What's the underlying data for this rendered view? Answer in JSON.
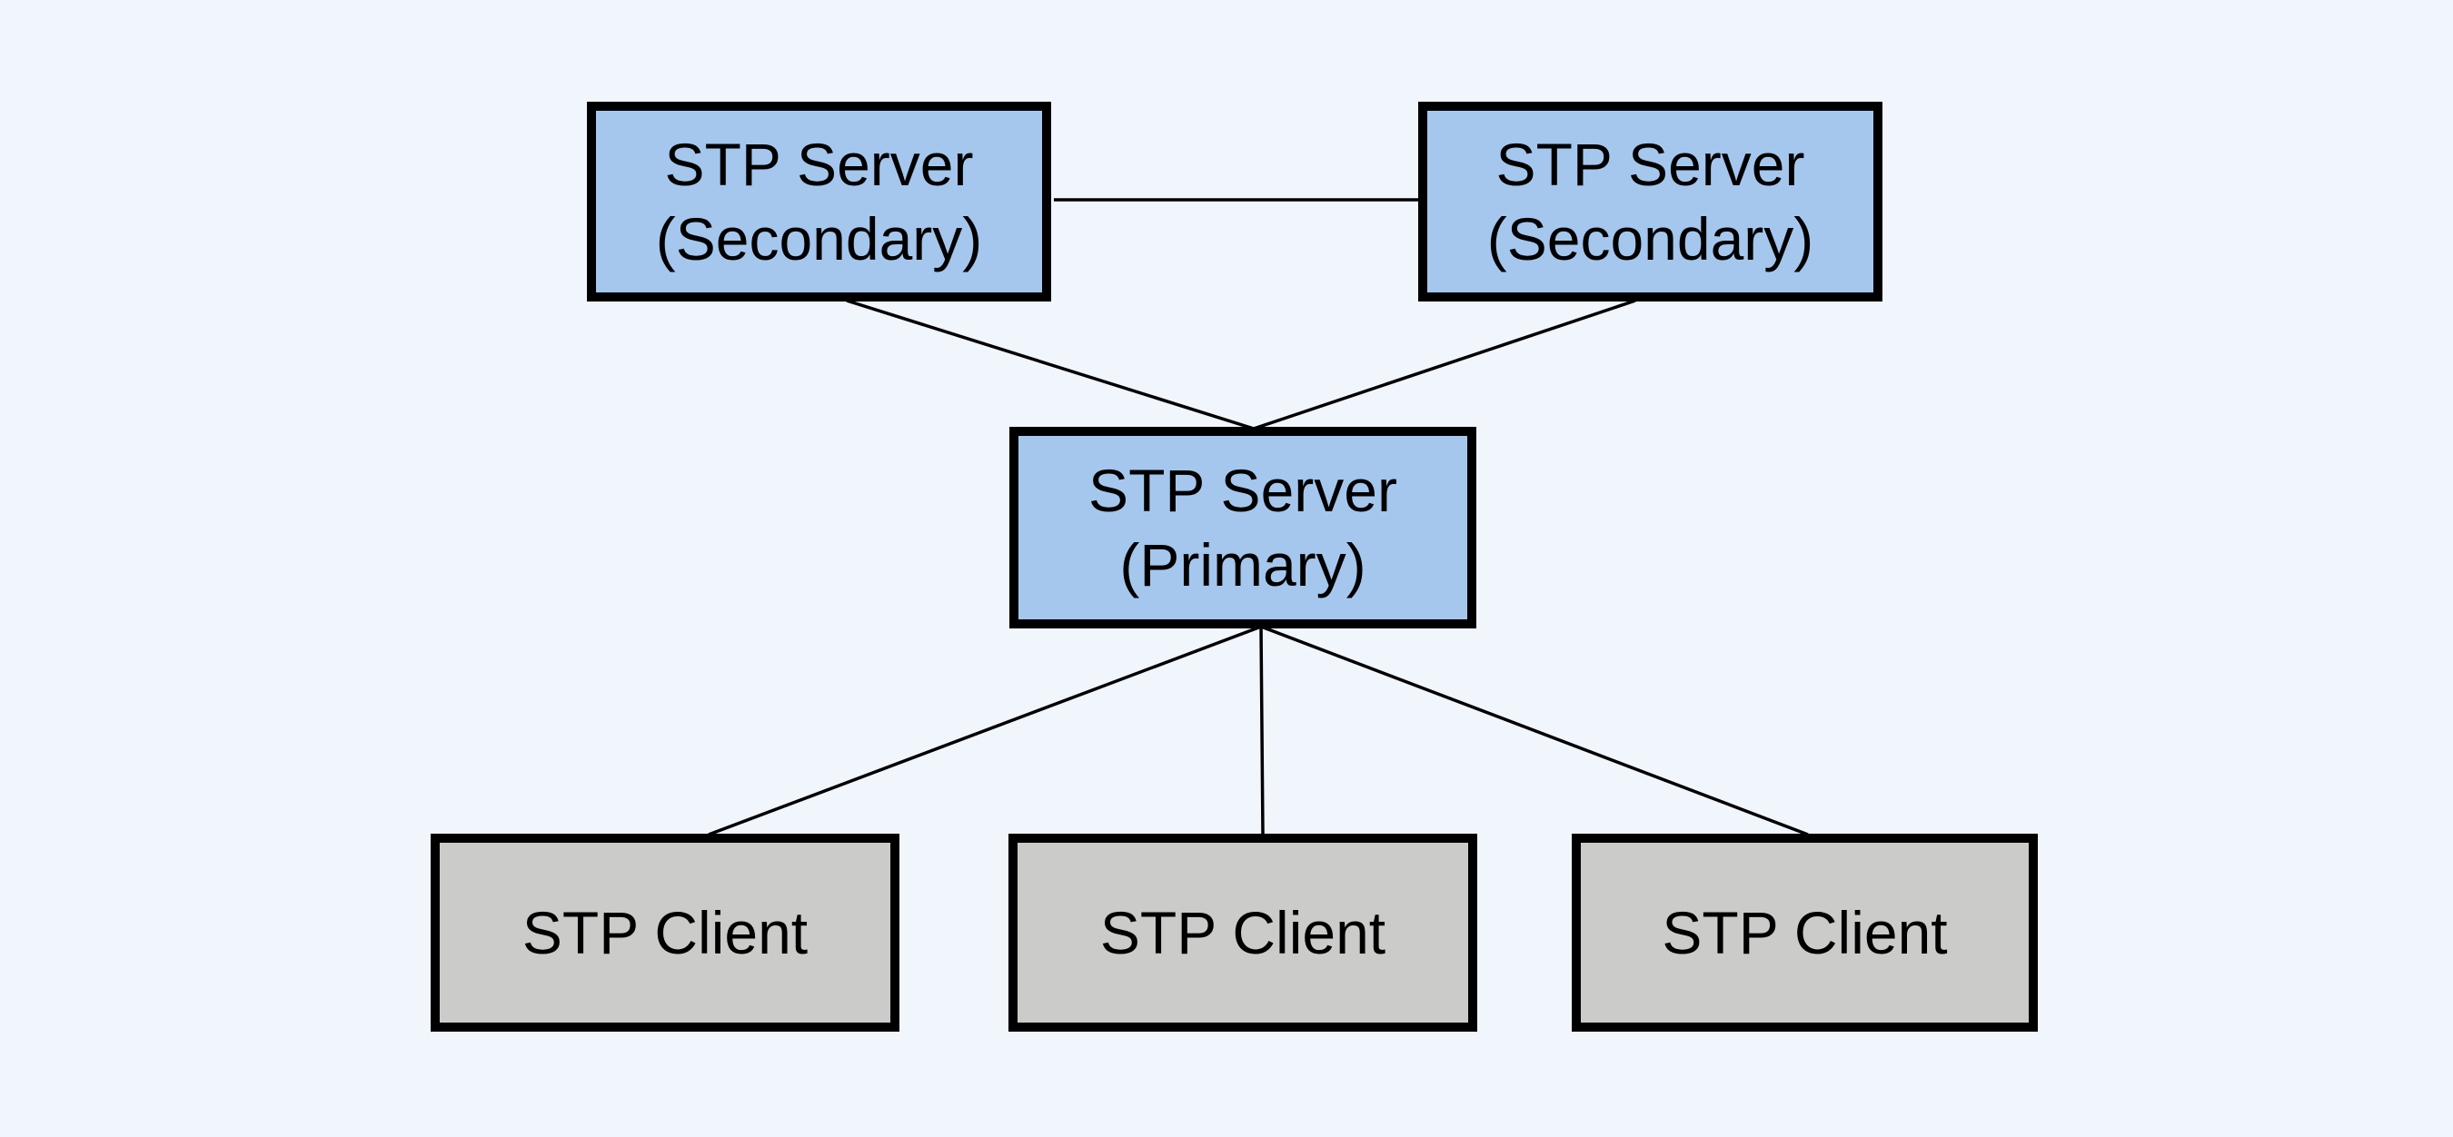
{
  "colors": {
    "background": "#f1f5fc",
    "server_fill": "#a5c7ee",
    "client_fill": "#cbcbca",
    "border": "#000000",
    "edge": "#000000"
  },
  "nodes": [
    {
      "id": "stp-server-secondary-left",
      "role": "server",
      "line1": "STP Server",
      "line2": "(Secondary)"
    },
    {
      "id": "stp-server-secondary-right",
      "role": "server",
      "line1": "STP Server",
      "line2": "(Secondary)"
    },
    {
      "id": "stp-server-primary",
      "role": "server",
      "line1": "STP Server",
      "line2": "(Primary)"
    },
    {
      "id": "stp-client-left",
      "role": "client",
      "line1": "STP Client"
    },
    {
      "id": "stp-client-center",
      "role": "client",
      "line1": "STP Client"
    },
    {
      "id": "stp-client-right",
      "role": "client",
      "line1": "STP Client"
    }
  ],
  "edges": [
    {
      "from": "stp-server-secondary-left",
      "to": "stp-server-secondary-right"
    },
    {
      "from": "stp-server-secondary-left",
      "to": "stp-server-primary"
    },
    {
      "from": "stp-server-secondary-right",
      "to": "stp-server-primary"
    },
    {
      "from": "stp-server-primary",
      "to": "stp-client-left"
    },
    {
      "from": "stp-server-primary",
      "to": "stp-client-center"
    },
    {
      "from": "stp-server-primary",
      "to": "stp-client-right"
    }
  ]
}
